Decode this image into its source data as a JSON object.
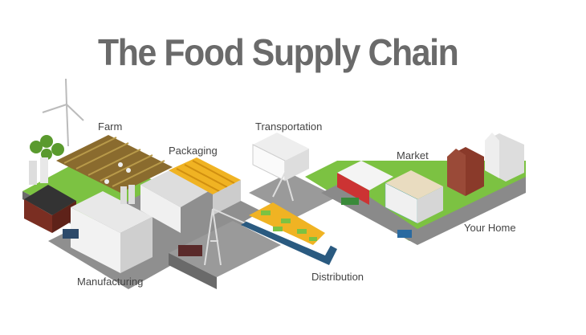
{
  "title": "The Food Supply Chain",
  "stages": {
    "farm": "Farm",
    "packaging": "Packaging",
    "transportation": "Transportation",
    "market": "Market",
    "your_home": "Your Home",
    "manufacturing": "Manufacturing",
    "distribution": "Distribution"
  },
  "colors": {
    "grass": "#7cc242",
    "platform": "#9a9a9a",
    "title": "#6a6a6a"
  }
}
